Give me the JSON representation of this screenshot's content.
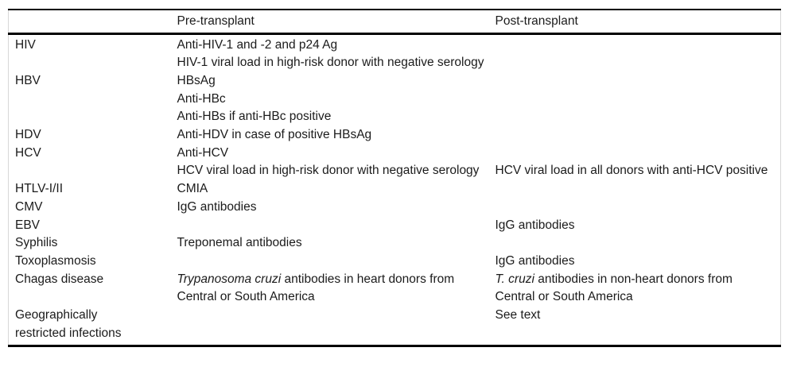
{
  "table": {
    "columns": {
      "disease": "",
      "pre": "Pre-transplant",
      "post": "Post-transplant"
    },
    "rows": [
      {
        "disease": "HIV",
        "pre": "Anti-HIV-1 and -2 and p24 Ag",
        "post": ""
      },
      {
        "disease": "",
        "pre": "HIV-1 viral load in high-risk donor with negative serology",
        "post": ""
      },
      {
        "disease": "HBV",
        "pre": "HBsAg",
        "post": ""
      },
      {
        "disease": "",
        "pre": "Anti-HBc",
        "post": ""
      },
      {
        "disease": "",
        "pre": "Anti-HBs if anti-HBc positive",
        "post": ""
      },
      {
        "disease": "HDV",
        "pre": "Anti-HDV in case of positive HBsAg",
        "post": ""
      },
      {
        "disease": "HCV",
        "pre": "Anti-HCV",
        "post": ""
      },
      {
        "disease": "",
        "pre": "HCV viral load in high-risk donor with negative serology",
        "post": "HCV viral load in all donors with anti-HCV positive"
      },
      {
        "disease": "HTLV-I/II",
        "pre": "CMIA",
        "post": ""
      },
      {
        "disease": "CMV",
        "pre": "IgG antibodies",
        "post": ""
      },
      {
        "disease": "EBV",
        "pre": "",
        "post": "IgG antibodies"
      },
      {
        "disease": "Syphilis",
        "pre": "Treponemal antibodies",
        "post": ""
      },
      {
        "disease": "Toxoplasmosis",
        "pre": "",
        "post": "IgG antibodies"
      },
      {
        "disease": "Chagas disease",
        "pre_italic": "Trypanosoma cruzi",
        "pre_text": " antibodies in heart donors from Central or South America",
        "post_italic": "T. cruzi",
        "post_text": " antibodies in non-heart donors from Central or South America"
      },
      {
        "disease": "Geographically restricted infections",
        "pre": "",
        "post": "See text"
      }
    ],
    "colors": {
      "rule": "#000000",
      "side_border": "#d8d8d8",
      "text": "#1b1b1b"
    }
  }
}
